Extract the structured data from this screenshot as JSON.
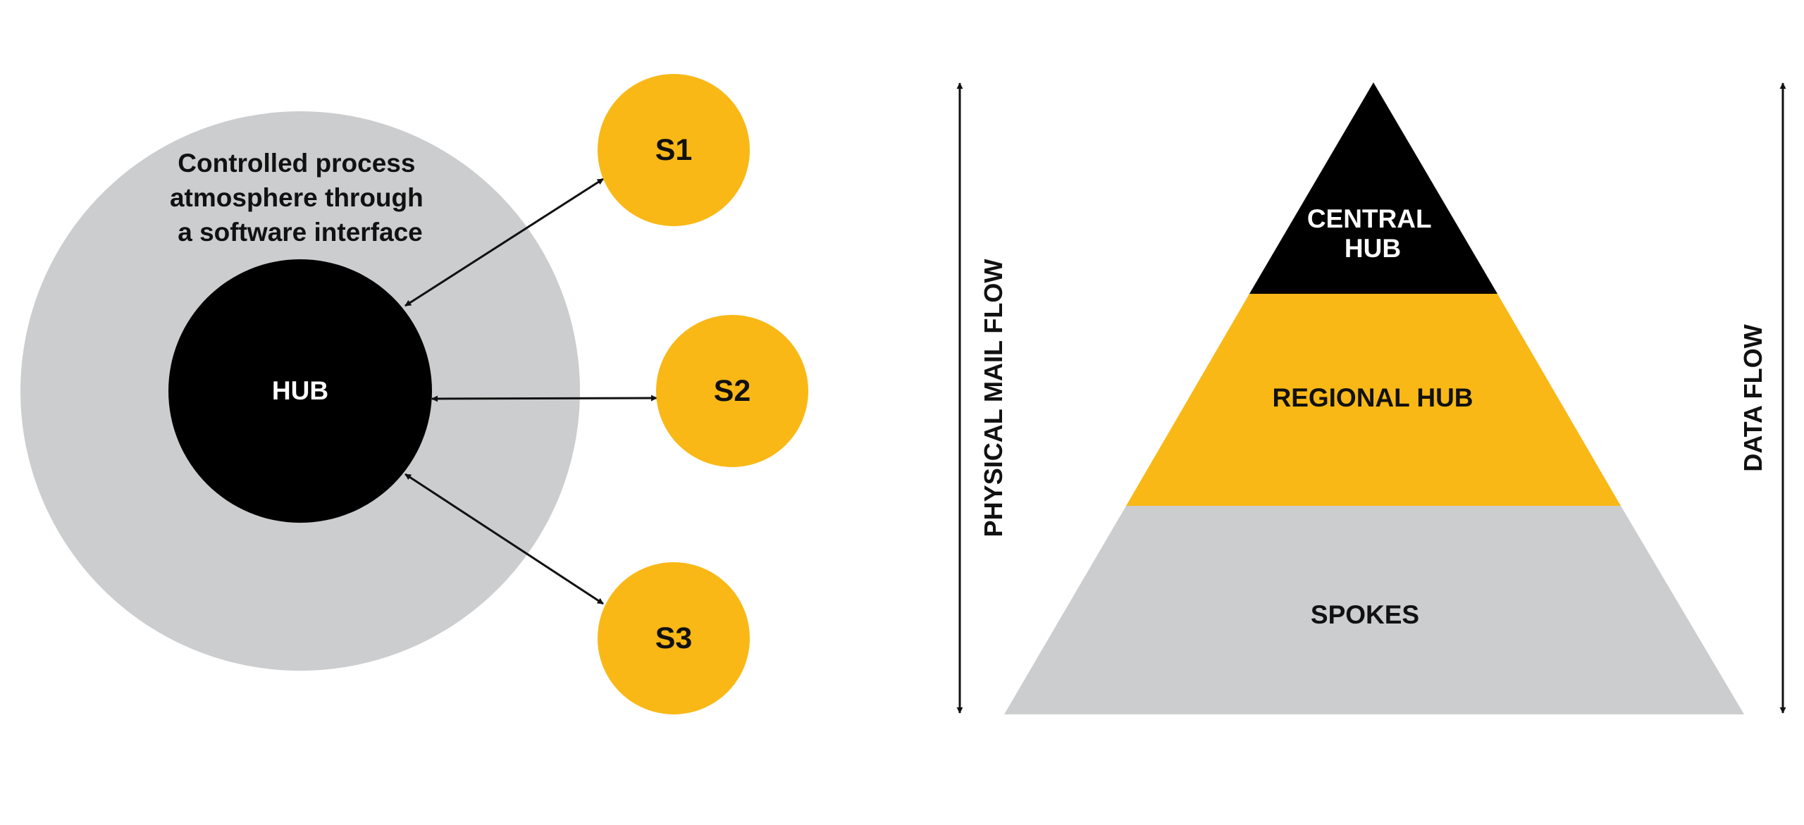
{
  "colors": {
    "background": "#ffffff",
    "outer_circle": "#cccdcf",
    "hub_fill": "#000000",
    "spoke_fill": "#f9b816",
    "arrow": "#111111",
    "pyramid_top": "#000000",
    "pyramid_middle": "#f9b816",
    "pyramid_bottom": "#cccdcf",
    "text_dark": "#111111",
    "text_light": "#ffffff"
  },
  "hub_spoke": {
    "outer_label_lines": [
      "Controlled process",
      "atmosphere through",
      "a software interface"
    ],
    "hub_label": "HUB",
    "spokes": [
      {
        "label": "S1"
      },
      {
        "label": "S2"
      },
      {
        "label": "S3"
      }
    ],
    "connector_type": "double-headed-arrow"
  },
  "pyramid": {
    "levels": [
      {
        "label_lines": [
          "CENTRAL",
          "HUB"
        ],
        "tier": "top"
      },
      {
        "label_lines": [
          "REGIONAL HUB"
        ],
        "tier": "middle"
      },
      {
        "label_lines": [
          "SPOKES"
        ],
        "tier": "bottom"
      }
    ],
    "left_axis_label": "PHYSICAL MAIL FLOW",
    "right_axis_label": "DATA FLOW",
    "axis_arrow_type": "double-headed-vertical"
  }
}
